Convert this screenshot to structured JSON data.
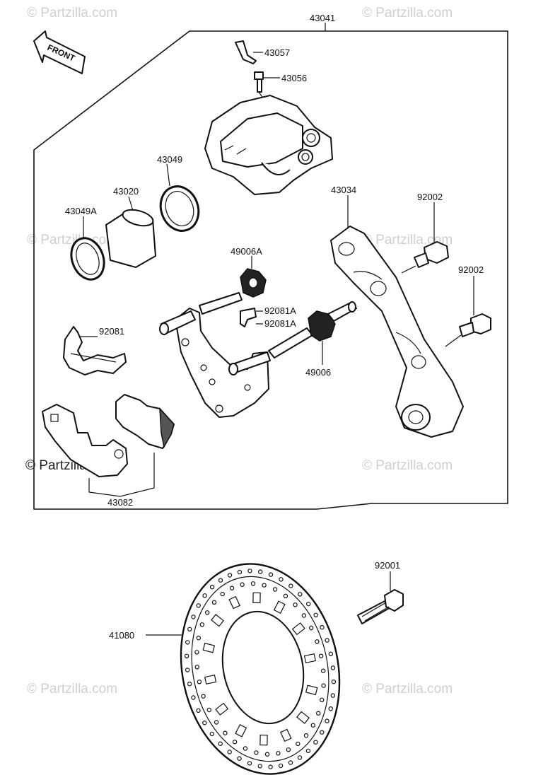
{
  "watermark": "© Partzilla.com",
  "direction_label": "FRONT",
  "callouts": {
    "c43041": "43041",
    "c43057": "43057",
    "c43056": "43056",
    "c43049": "43049",
    "c43020": "43020",
    "c43049A": "43049A",
    "c43034": "43034",
    "c92002a": "92002",
    "c92002b": "92002",
    "c49006A": "49006A",
    "c92081A_1": "92081A",
    "c92081A_2": "92081A",
    "c92081": "92081",
    "c49006": "49006",
    "c43082": "43082",
    "c92001": "92001",
    "c41080": "41080"
  },
  "icons": [
    "front-arrow-icon"
  ]
}
